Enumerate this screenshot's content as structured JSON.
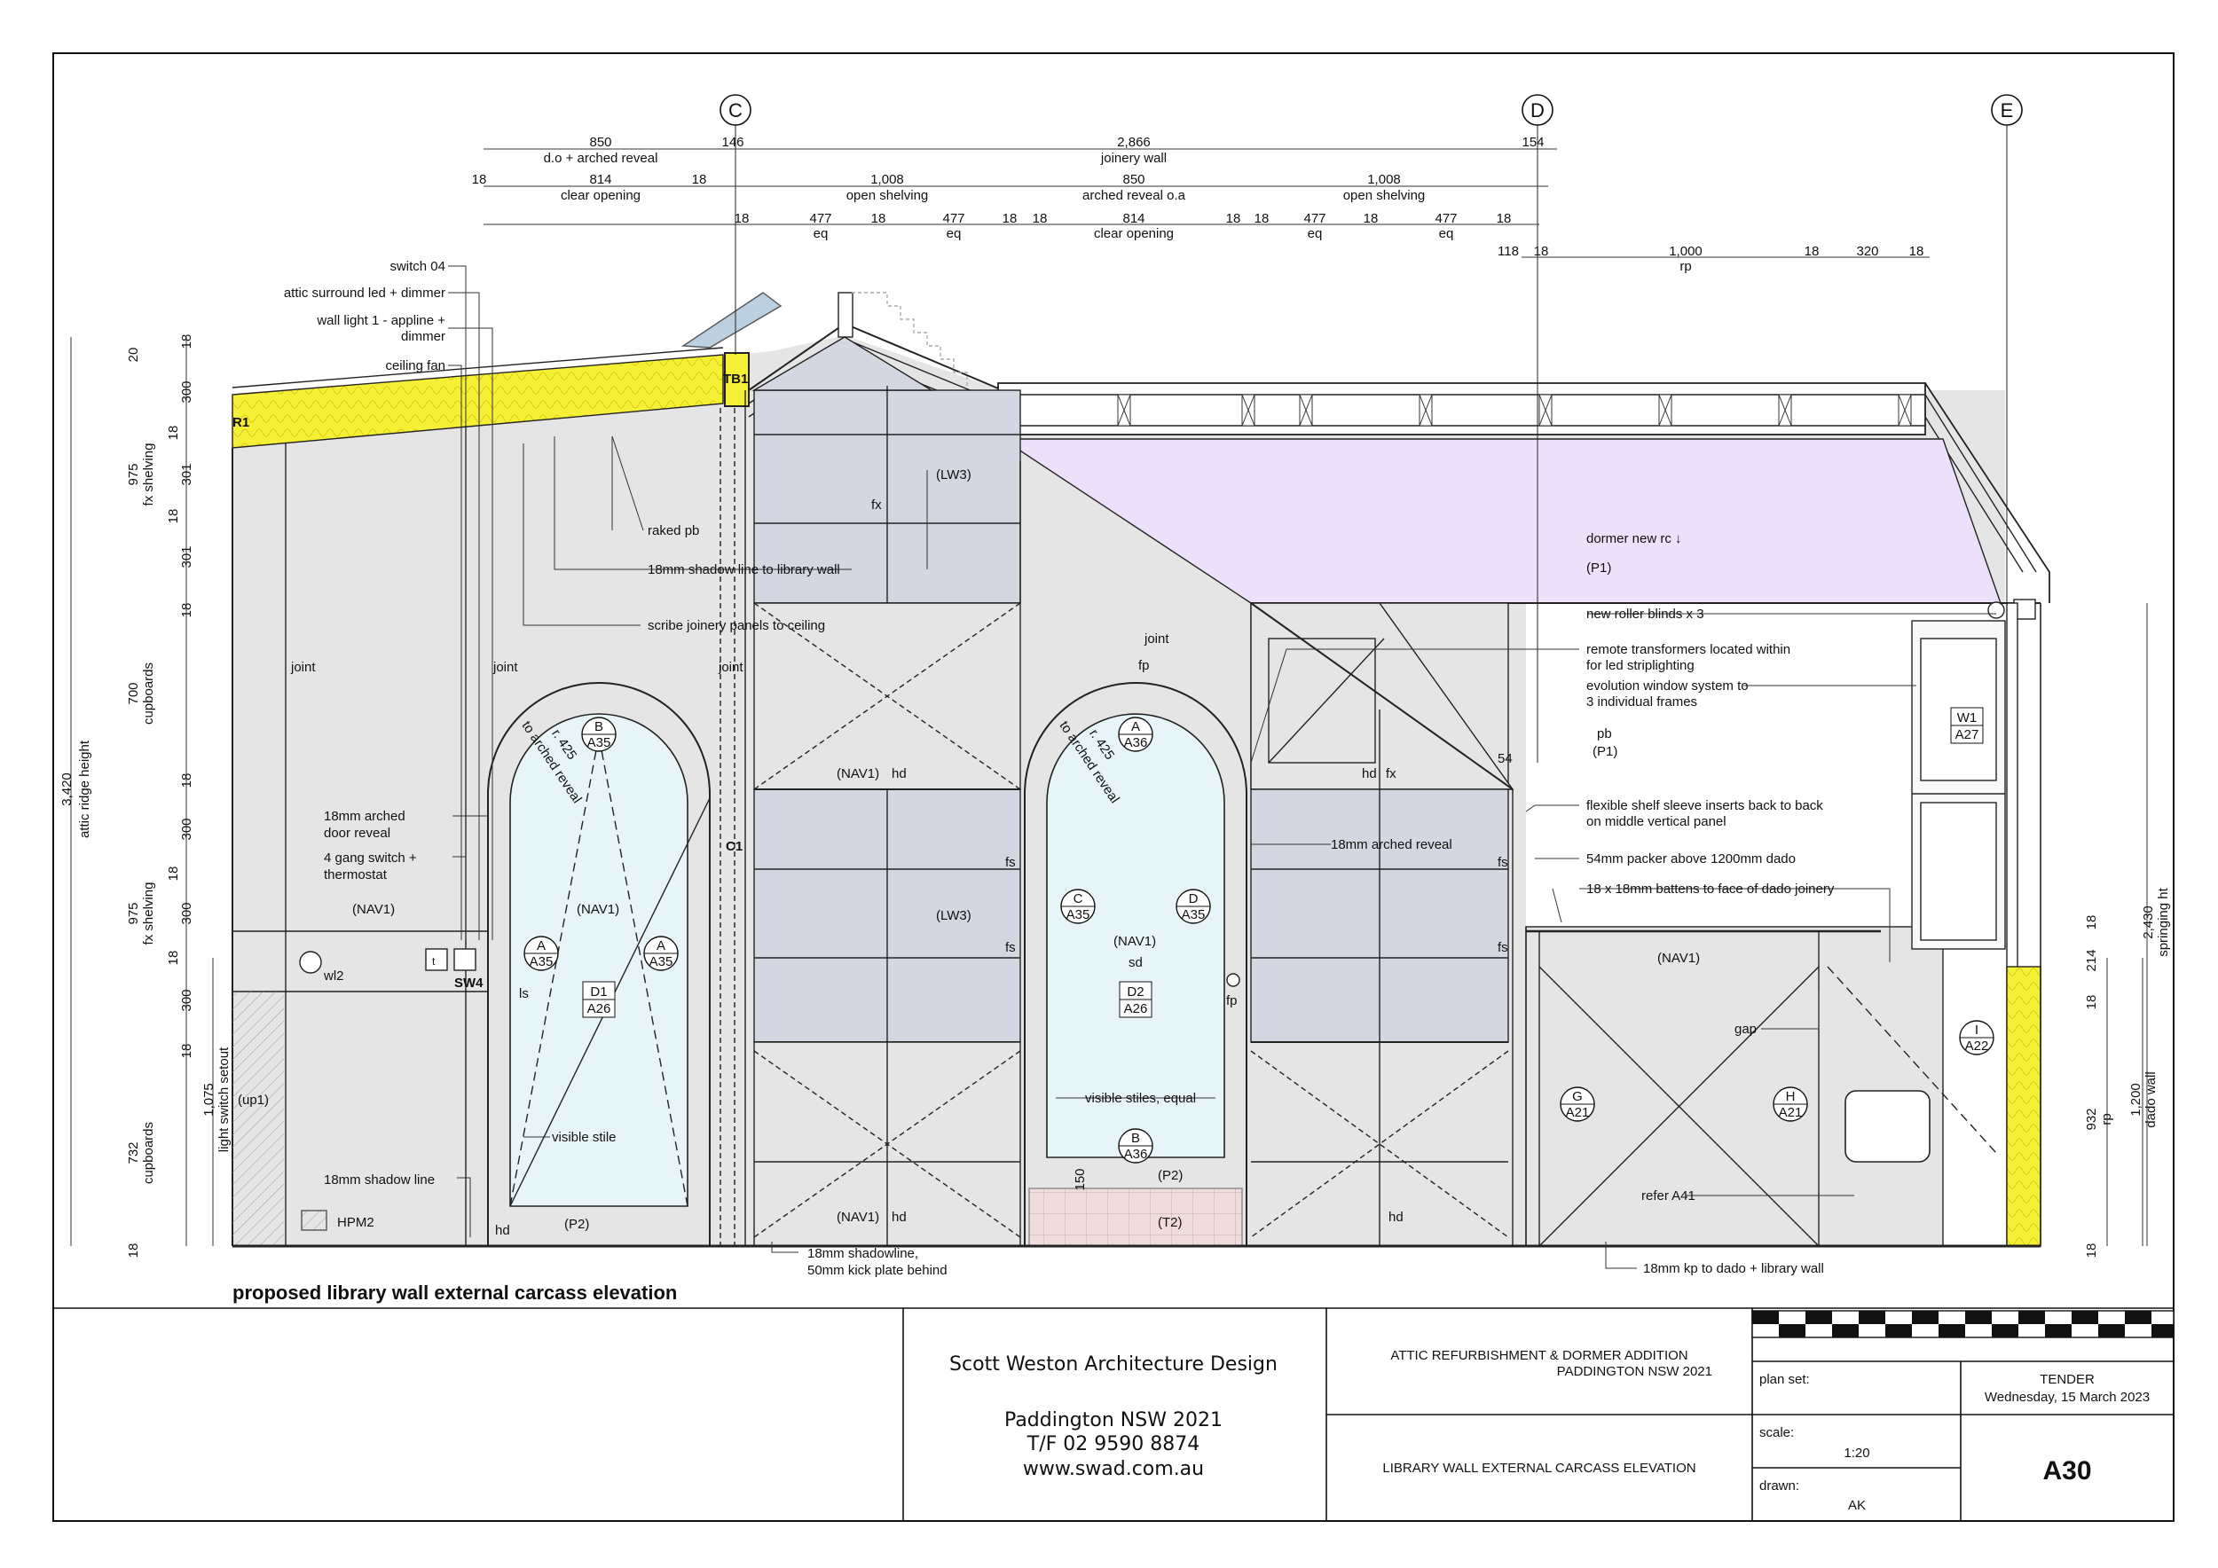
{
  "title": "proposed library wall external carcass elevation",
  "gridlines": {
    "c": "C",
    "d": "D",
    "e": "E"
  },
  "dims_top": {
    "r1": [
      "850",
      "d.o + arched reveal",
      "146",
      "2,866",
      "joinery wall",
      "154"
    ],
    "r2": [
      "18",
      "814",
      "clear opening",
      "18",
      "1,008",
      "open shelving",
      "850",
      "arched reveal o.a",
      "1,008",
      "open shelving"
    ],
    "r3": [
      "18",
      "477",
      "eq",
      "18",
      "477",
      "eq",
      "18",
      "18",
      "814",
      "clear opening",
      "18",
      "18",
      "477",
      "eq",
      "18",
      "477",
      "eq",
      "18"
    ],
    "r4": [
      "118",
      "18",
      "1,000",
      "rp",
      "18",
      "320",
      "18"
    ]
  },
  "dims_left": {
    "outer": [
      "3,420",
      "attic ridge height"
    ],
    "upper": [
      "20",
      "18",
      "300",
      "18",
      "301",
      "18",
      "301",
      "18"
    ],
    "upper_labels": [
      "975",
      "fx shelving",
      "700",
      "cupboards"
    ],
    "mid": [
      "18",
      "300",
      "18",
      "300",
      "18",
      "300",
      "18"
    ],
    "mid_labels": [
      "975",
      "fx shelving"
    ],
    "low": [
      "732",
      "cupboards",
      "1,075",
      "light switch setout",
      "18"
    ]
  },
  "dims_right": {
    "values": [
      "18",
      "214",
      "18",
      "932",
      "rp",
      "18",
      "1,200",
      "dado wall",
      "2,430",
      "springing ht"
    ]
  },
  "left_notes": [
    "switch 04",
    "attic surround led + dimmer",
    "wall light 1 - appline +",
    "dimmer",
    "ceiling fan",
    "18mm arched",
    "door reveal",
    "4 gang switch +",
    "thermostat",
    "18mm shadow line"
  ],
  "center_notes": [
    "raked pb",
    "18mm shadow line to library wall",
    "scribe joinery panels to ceiling",
    "(LW3)",
    "fx",
    "(NAV1)",
    "hd",
    "(LW3)",
    "fs",
    "fs",
    "(NAV1)",
    "sd",
    "fp",
    "joint",
    "fp",
    "18mm arched reveal",
    "fs",
    "fs",
    "hd",
    "fx",
    "54",
    "visible stiles, equal",
    "(P2)",
    "(T2)",
    "150",
    "(NAV1)",
    "hd",
    "hd",
    "visible stile",
    "(P2)",
    "hd",
    "HPM2",
    "(up1)",
    "(NAV1)",
    "(NAV1)",
    "wl2",
    "SW4",
    "ls",
    "t",
    "C1",
    "R1",
    "TB1",
    "joint",
    "joint",
    "joint",
    "r. 425",
    "to arched reveal",
    "r. 425",
    "to arched reveal",
    "18mm shadowline,",
    "50mm kick plate behind",
    "18mm kp to dado + library wall"
  ],
  "right_notes": [
    "dormer new rc ↓",
    "(P1)",
    "new roller blinds x 3",
    "remote transformers located within",
    "for led striplighting",
    "evolution window system to",
    "3 individual frames",
    "pb",
    "(P1)",
    "flexible shelf sleeve inserts back to back",
    "on middle vertical panel",
    "54mm packer above 1200mm dado",
    "18 x 18mm battens to face of dado joinery",
    "(NAV1)",
    "gap",
    "refer A41"
  ],
  "tags": [
    {
      "top": "B",
      "bottom": "A35"
    },
    {
      "top": "A",
      "bottom": "A35"
    },
    {
      "top": "A",
      "bottom": "A35"
    },
    {
      "top": "A",
      "bottom": "A36"
    },
    {
      "top": "C",
      "bottom": "A35"
    },
    {
      "top": "D",
      "bottom": "A35"
    },
    {
      "top": "B",
      "bottom": "A36"
    },
    {
      "top": "G",
      "bottom": "A21"
    },
    {
      "top": "H",
      "bottom": "A21"
    },
    {
      "top": "I",
      "bottom": "A22"
    }
  ],
  "boxtags": [
    {
      "top": "D1",
      "bottom": "A26"
    },
    {
      "top": "D2",
      "bottom": "A26"
    },
    {
      "top": "W1",
      "bottom": "A27"
    }
  ],
  "titleblock": {
    "firm": "Scott Weston Architecture Design",
    "addr": "Paddington NSW 2021",
    "phone": "T/F 02 9590 8874",
    "web": "www.swad.com.au",
    "project1": "ATTIC REFURBISHMENT & DORMER ADDITION",
    "project2": "PADDINGTON NSW 2021",
    "sheet_title": "LIBRARY WALL EXTERNAL CARCASS ELEVATION",
    "plan_set_label": "plan set:",
    "status": "TENDER",
    "date": "Wednesday, 15 March 2023",
    "scale_label": "scale:",
    "scale": "1:20",
    "drawn_label": "drawn:",
    "drawn": "AK",
    "sheet_no": "A30"
  },
  "colors": {
    "insulation": "#f5f036",
    "dormer_ceiling": "#ece0fb",
    "glass": "#e8f5f8",
    "shelving": "#d4d6e2",
    "tile": "#f1dcdc",
    "wall": "#e5e5e5"
  }
}
